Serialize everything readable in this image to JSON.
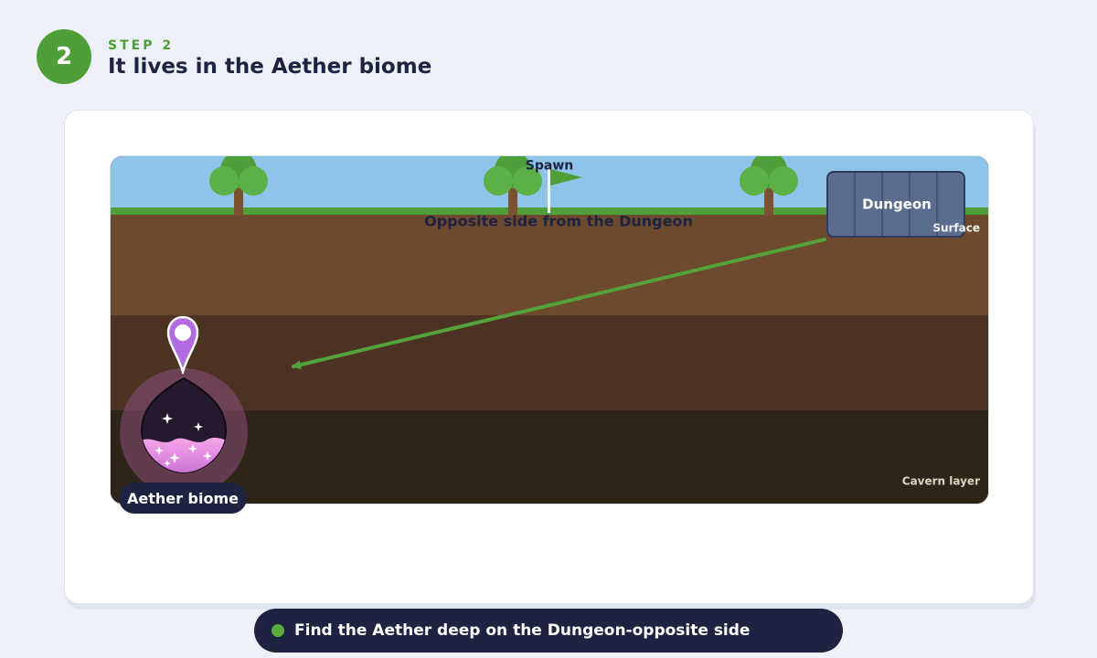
{
  "header": {
    "step_number": "2",
    "step_label": "STEP 2",
    "title": "It lives in the Aether biome"
  },
  "map": {
    "spawn_label": "Spawn",
    "route_label": "Opposite side from the Dungeon",
    "dungeon_label": "Dungeon",
    "surface_label": "Surface",
    "cavern_label": "Cavern layer",
    "aether_label": "Aether biome"
  },
  "footer": {
    "hint": "Find the Aether deep on the Dungeon-opposite side"
  },
  "colors": {
    "accent_green": "#4f9e38",
    "navy": "#1d2340",
    "sky": "#8ec4e8",
    "aether_purple": "#b26be0",
    "dungeon_blue": "#5a6d8e"
  },
  "icons": [
    "tree-icon",
    "flag-icon",
    "map-pin-icon",
    "sparkle-icon"
  ]
}
